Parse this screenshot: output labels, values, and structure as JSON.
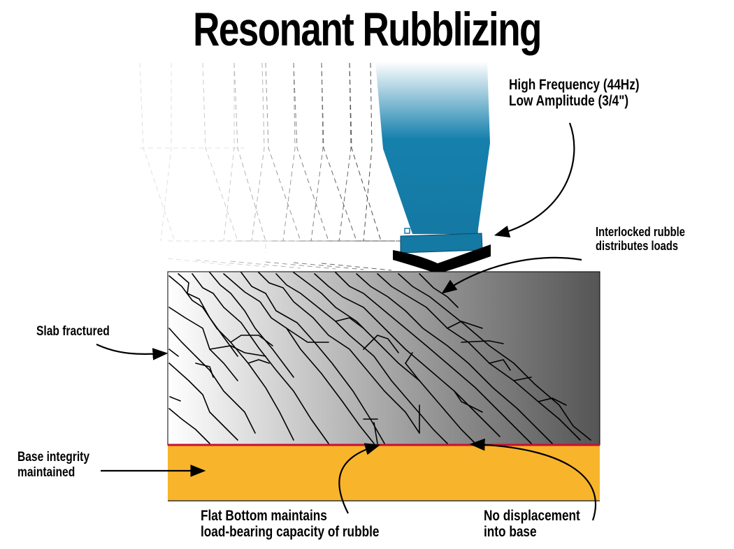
{
  "title": "Resonant Rubblizing",
  "labels": {
    "frequency_line1": "High Frequency (44Hz)",
    "frequency_line2": "Low Amplitude (3/4\")",
    "interlocked_line1": "Interlocked rubble",
    "interlocked_line2": "distributes loads",
    "slab_fractured": "Slab fractured",
    "base_line1": "Base integrity",
    "base_line2": "maintained",
    "flat_bottom_line1": "Flat Bottom maintains",
    "flat_bottom_line2": "load-bearing capacity of rubble",
    "no_displacement_line1": "No displacement",
    "no_displacement_line2": "into base"
  },
  "colors": {
    "hammer_blue": "#1479a3",
    "shoe_black": "#000000",
    "slab_light": "#ffffff",
    "slab_dark": "#555555",
    "base_orange": "#f8b42b",
    "interface_red": "#c8102e"
  }
}
